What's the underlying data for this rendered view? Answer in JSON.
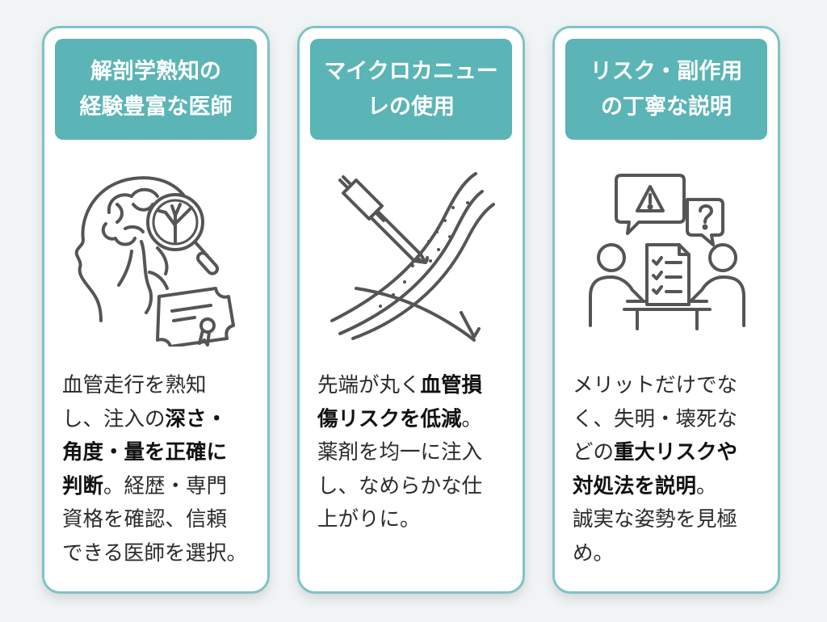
{
  "cards": [
    {
      "title": "解剖学熟知の\n経験豊富な医師",
      "icon": "brain-magnifier-certificate-icon",
      "body": [
        {
          "t": "血管走行を熟知\nし、注入の",
          "b": false
        },
        {
          "t": "深さ・\n角度・量を正確に\n判断",
          "b": true
        },
        {
          "t": "。経歴・専門\n資格を確認、信頼\nできる医師を選択。",
          "b": false
        }
      ]
    },
    {
      "title": "マイクロカニュー\nレの使用",
      "icon": "cannula-skin-icon",
      "body": [
        {
          "t": "先端が丸く",
          "b": false
        },
        {
          "t": "血管損\n傷リスクを低減",
          "b": true
        },
        {
          "t": "。\n薬剤を均一に注入\nし、なめらかな仕\n上がりに。",
          "b": false
        }
      ]
    },
    {
      "title": "リスク・副作用\nの丁寧な説明",
      "icon": "consultation-warning-icon",
      "body": [
        {
          "t": "メリットだけでな\nく、失明・壊死な\nどの",
          "b": false
        },
        {
          "t": "重大リスクや\n対処法を説明",
          "b": true
        },
        {
          "t": "。\n誠実な姿勢を見極\nめ。",
          "b": false
        }
      ]
    }
  ],
  "colors": {
    "accent": "#5bb4b6",
    "border": "#7fc3c6",
    "icon": "#555555"
  }
}
